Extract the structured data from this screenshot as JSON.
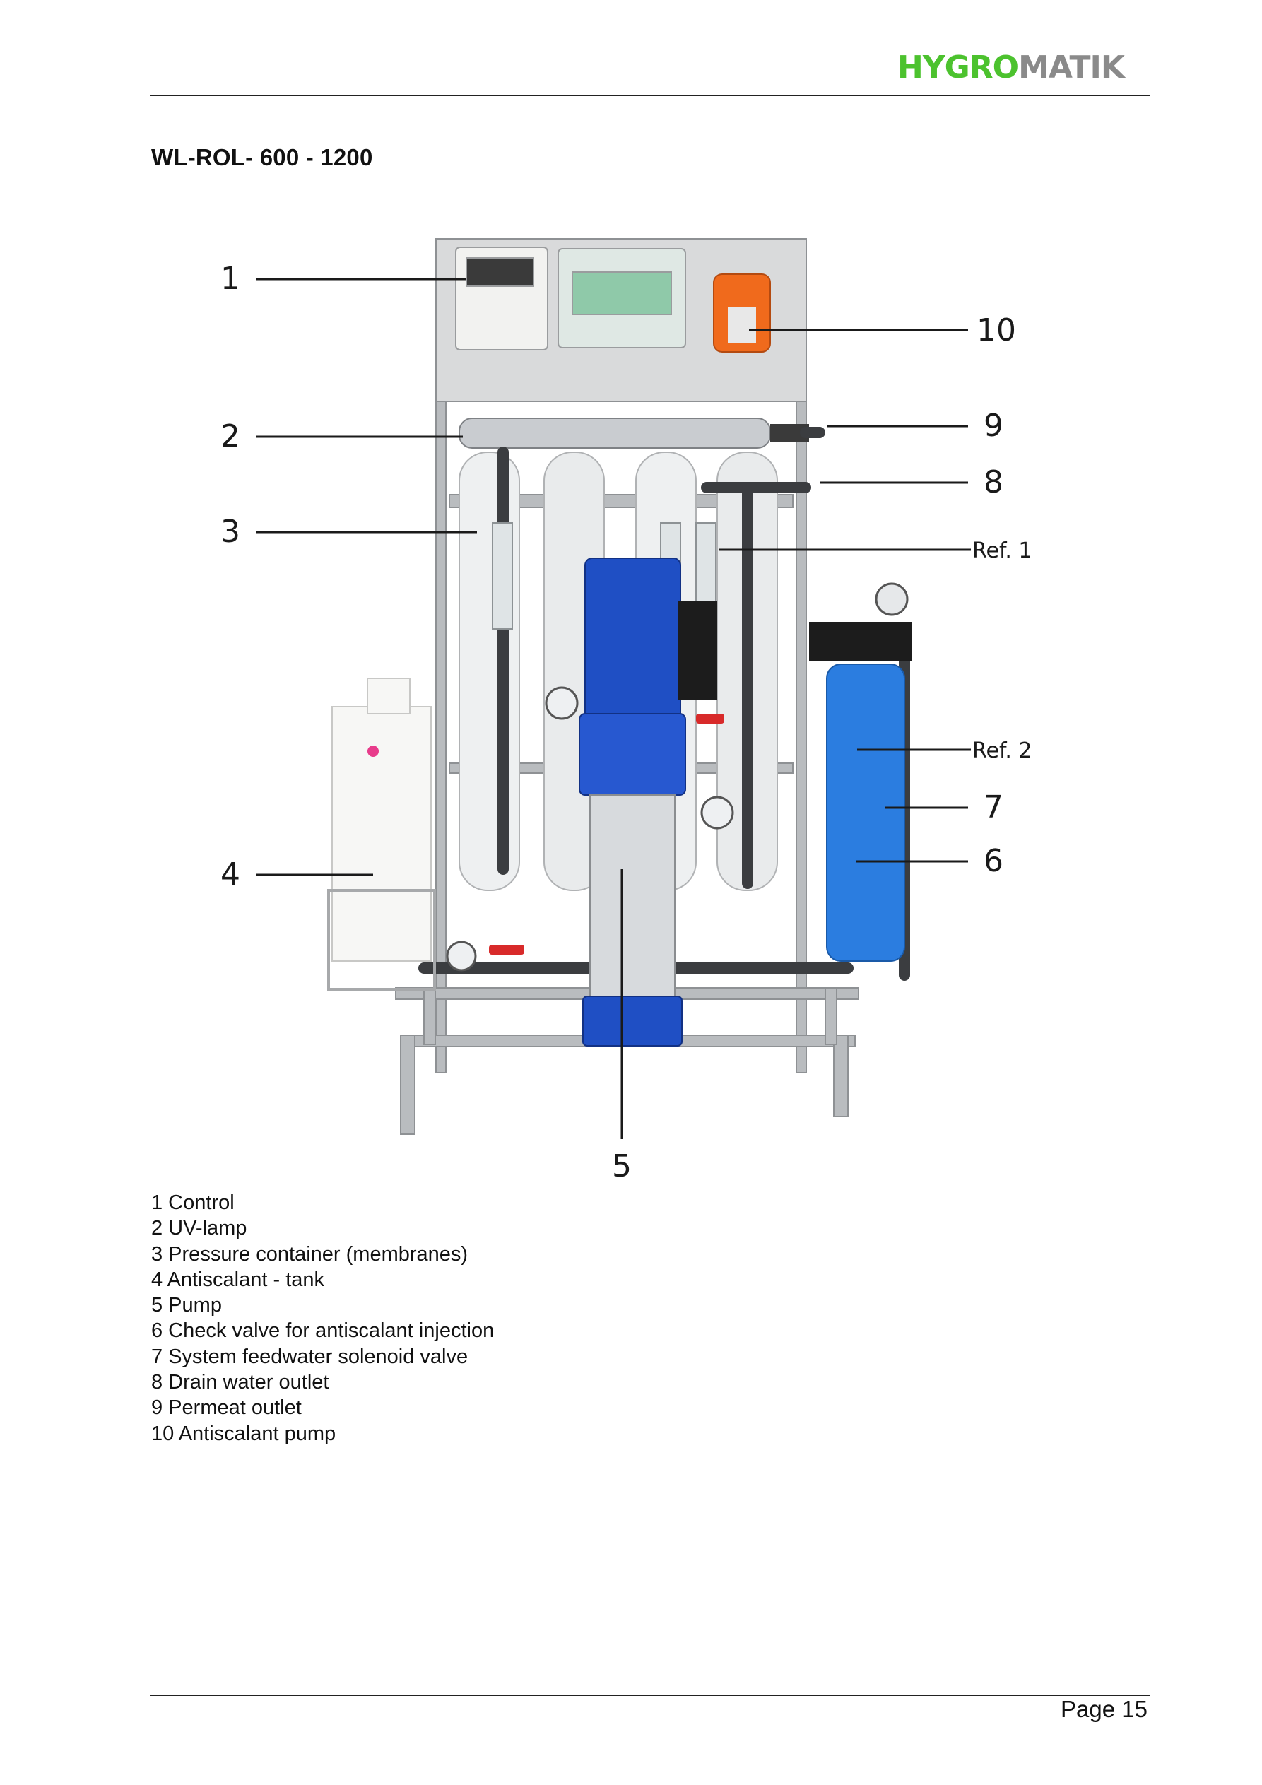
{
  "brand": {
    "logo_text": "HYGROMATIK",
    "logo_green": "#4cc22e",
    "logo_gray": "#8a8a8a"
  },
  "document": {
    "title": "WL-ROL- 600 - 1200",
    "page": "Page 15"
  },
  "figure": {
    "callouts": [
      {
        "id": "1",
        "label": "1"
      },
      {
        "id": "2",
        "label": "2"
      },
      {
        "id": "3",
        "label": "3"
      },
      {
        "id": "4",
        "label": "4"
      },
      {
        "id": "5",
        "label": "5"
      },
      {
        "id": "6",
        "label": "6"
      },
      {
        "id": "7",
        "label": "7"
      },
      {
        "id": "8",
        "label": "8"
      },
      {
        "id": "9",
        "label": "9"
      },
      {
        "id": "10",
        "label": "10"
      },
      {
        "id": "ref1",
        "label": "Ref. 1"
      },
      {
        "id": "ref2",
        "label": "Ref. 2"
      }
    ],
    "colors": {
      "pump_blue": "#1f4fc4",
      "uv_steel": "#c9ccd0",
      "filter_blue": "#2b7de0",
      "dosing_orange": "#f06a1c"
    }
  },
  "legend": [
    "1 Control",
    "2 UV-lamp",
    "3 Pressure container (membranes)",
    "4 Antiscalant - tank",
    "5 Pump",
    "6 Check valve for antiscalant injection",
    "7 System feedwater solenoid valve",
    "8 Drain water outlet",
    "9 Permeat outlet",
    "10 Antiscalant pump"
  ]
}
